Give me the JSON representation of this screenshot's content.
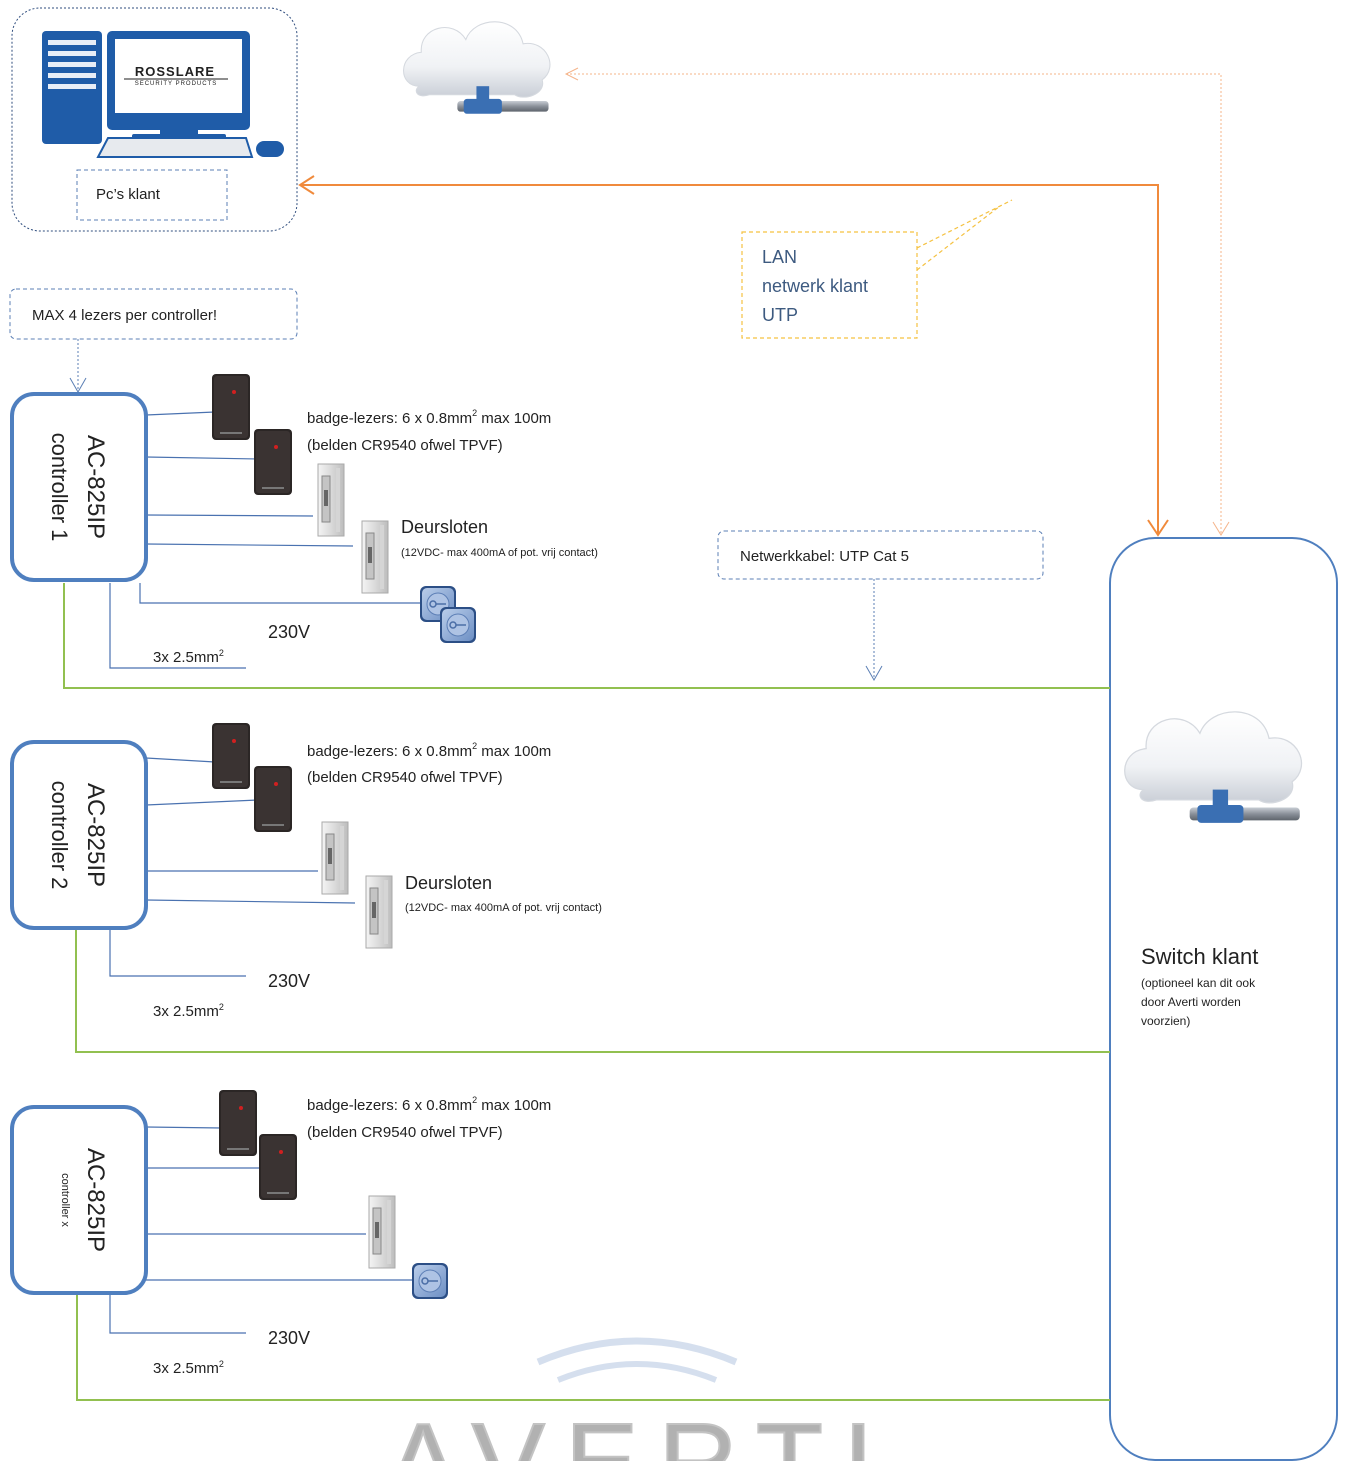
{
  "pc": {
    "label": "Pc’s klant",
    "logo_main": "ROSSLARE",
    "logo_sub": "SECURITY PRODUCTS"
  },
  "note": "MAX 4 lezers per controller!",
  "lan": {
    "line1": "LAN",
    "line2": "netwerk klant",
    "line3": "UTP"
  },
  "network_cable": "Netwerkkabel: UTP Cat 5",
  "switch": {
    "title": "Switch klant",
    "desc1": "(optioneel kan dit ook",
    "desc2": "door Averti worden",
    "desc3": "voorzien)"
  },
  "controllers": [
    {
      "model": "AC-825IP",
      "name": "controller 1",
      "readers_line1": "badge-lezers: 6 x 0.8mm",
      "readers_sup": "2",
      "readers_line1b": " max 100m",
      "readers_line2": "(belden CR9540 ofwel TPVF)",
      "locks_title": "Deursloten",
      "locks_desc": "(12VDC- max 400mA of pot. vrij contact)",
      "power": "230V",
      "cable": "3x 2.5mm",
      "cable_sup": "2"
    },
    {
      "model": "AC-825IP",
      "name": "controller 2",
      "readers_line1": "badge-lezers: 6 x 0.8mm",
      "readers_sup": "2",
      "readers_line1b": " max 100m",
      "readers_line2": "(belden CR9540 ofwel TPVF)",
      "locks_title": "Deursloten",
      "locks_desc": "(12VDC- max 400mA of pot. vrij contact)",
      "power": "230V",
      "cable": "3x 2.5mm",
      "cable_sup": "2"
    },
    {
      "model": "AC-825IP",
      "name": "controller x",
      "readers_line1": "badge-lezers: 6 x 0.8mm",
      "readers_sup": "2",
      "readers_line1b": " max 100m",
      "readers_line2": "(belden CR9540 ofwel TPVF)",
      "power": "230V",
      "cable": "3x 2.5mm",
      "cable_sup": "2"
    }
  ],
  "watermark": "AVERTI",
  "colors": {
    "box_blue": "#4f7fbf",
    "wire_blue": "#4a72b0",
    "green": "#92c050",
    "orange": "#f08a3c",
    "orange_light": "#f5b48a",
    "yellow": "#f5c242",
    "dashed_blue": "#5b7fb5"
  }
}
